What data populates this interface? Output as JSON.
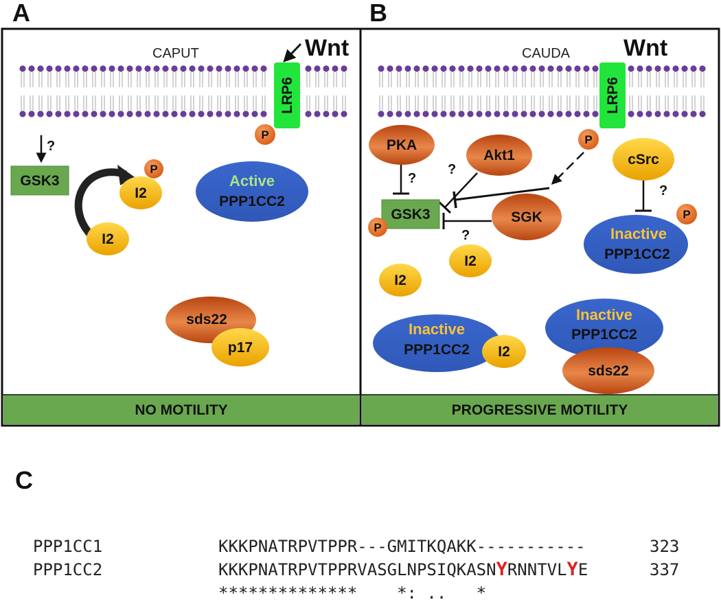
{
  "panels": {
    "a": {
      "letter": "A",
      "region": "CAPUT",
      "wnt": "Wnt",
      "receptor": "LRP6",
      "phospho": "P",
      "kinase": "GSK3",
      "question": "?",
      "inhibitor": "I2",
      "pp1_state": "Active",
      "pp1_name": "PPP1CC2",
      "complex": [
        "sds22",
        "p17"
      ],
      "footer": "NO MOTILITY"
    },
    "b": {
      "letter": "B",
      "region": "CAUDA",
      "wnt": "Wnt",
      "receptor": "LRP6",
      "phospho": "P",
      "question": "?",
      "kinases": [
        "PKA",
        "Akt1",
        "SGK",
        "cSrc"
      ],
      "gsk": "GSK3",
      "inhibitor": "I2",
      "pp1_state": "Inactive",
      "pp1_name": "PPP1CC2",
      "binder": "sds22",
      "footer": "PROGRESSIVE MOTILITY"
    },
    "c": {
      "letter": "C",
      "alignment": [
        {
          "name": "PPP1CC1",
          "prefix": "KKKPNATRPVTPPR---GMITKQAKK-----------",
          "suffix": "",
          "end": "323"
        },
        {
          "name": "PPP1CC2",
          "prefix": "KKKPNATRPVTPPRVASGLNPSIQKASN",
          "mark1": "Y",
          "mid": "RNNTVL",
          "mark2": "Y",
          "suffix": "E",
          "end": "337"
        }
      ],
      "consensus": "**************    *: ..   *"
    }
  },
  "colors": {
    "membrane_head": "#6a3d9a",
    "lrp6": "#22e53b",
    "gsk3": "#6aa84f",
    "footer": "#6aa84f",
    "i2": "#f4b400",
    "kinase": "#c9541a",
    "pp1": "#3c6fd3",
    "active_text": "#a8e28a",
    "inactive_text": "#f8c23a",
    "highlight": "#e02020"
  }
}
